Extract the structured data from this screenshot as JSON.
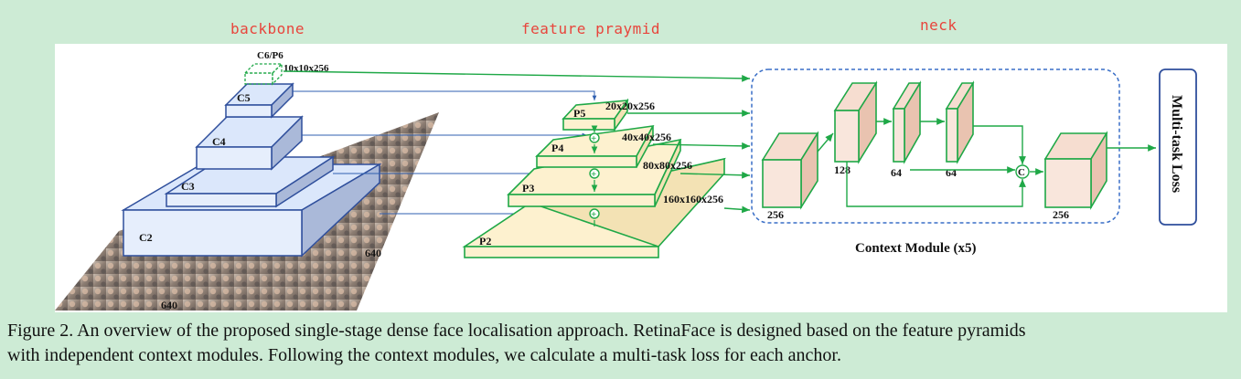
{
  "sections": {
    "backbone": "backbone",
    "feature_pyramid": "feature praymid",
    "neck": "neck"
  },
  "backbone": {
    "c6p6": "C6/P6",
    "c6p6_size": "10x10x256",
    "c5": "C5",
    "c4": "C4",
    "c3": "C3",
    "c2": "C2",
    "input_width": "640",
    "input_height": "640"
  },
  "pyramid": {
    "p5": "P5",
    "p5_size": "20x20x256",
    "p4": "P4",
    "p4_size": "40x40x256",
    "p3": "P3",
    "p3_size": "80x80x256",
    "p2": "P2",
    "p2_size": "160x160x256",
    "sum_symbol": "+"
  },
  "context_module": {
    "title": "Context Module (x5)",
    "input_channels": "256",
    "branch1_channels": "128",
    "branch2a_channels": "64",
    "branch2b_channels": "64",
    "output_channels": "256",
    "concat_symbol": "C"
  },
  "loss": {
    "label": "Multi-task Loss"
  },
  "caption": {
    "line1": "Figure 2. An overview of the proposed single-stage dense face localisation approach. RetinaFace is designed based on the feature pyramids",
    "line2": "with independent context modules. Following the context modules, we calculate a multi-task loss for each anchor."
  },
  "colors": {
    "background": "#cdebd5",
    "backbone_fill": "#dbe7fb",
    "backbone_stroke": "#2f4f9c",
    "pyramid_fill": "#fdf1cf",
    "green": "#1fa847",
    "block_fill": "#f6ddd0",
    "dashed_box": "#3a6fc7",
    "label_red": "#e8453c"
  }
}
